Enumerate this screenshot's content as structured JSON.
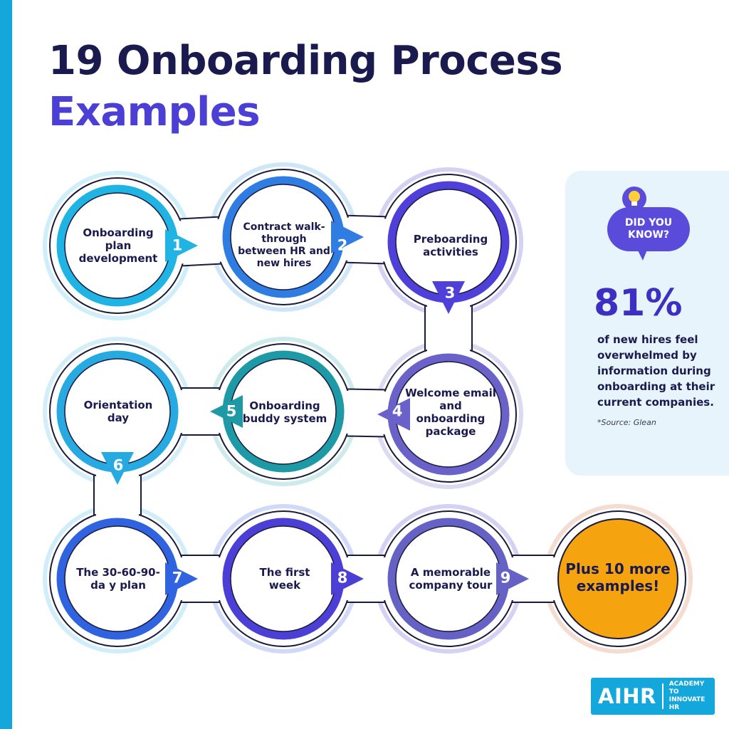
{
  "title": {
    "line1": "19 Onboarding Process",
    "line2": "Examples"
  },
  "steps": [
    {
      "number": "1",
      "label": "Onboarding plan development"
    },
    {
      "number": "2",
      "label": "Contract walk-through between HR and new hires"
    },
    {
      "number": "3",
      "label": "Preboarding activities"
    },
    {
      "number": "4",
      "label": "Welcome email and onboarding package"
    },
    {
      "number": "5",
      "label": "Onboarding buddy system"
    },
    {
      "number": "6",
      "label": "Orientation day"
    },
    {
      "number": "7",
      "label": "The 30-60-90-da y plan"
    },
    {
      "number": "8",
      "label": "The first week"
    },
    {
      "number": "9",
      "label": "A memorable company tour"
    }
  ],
  "plus": "Plus 10 more examples!",
  "did_you_know": {
    "badge_line1": "DID YOU",
    "badge_line2": "KNOW?",
    "stat": "81%",
    "text": "of new hires feel overwhelmed by information during onboarding at their current companies.",
    "source": "*Source: Glean",
    "icon": "lightbulb-icon"
  },
  "logo": {
    "main": "AIHR",
    "sub_line1": "ACADEMY TO",
    "sub_line2": "INNOVATE HR"
  },
  "colors": {
    "title_dark": "#1a1a4e",
    "title_accent": "#4b3fd6",
    "left_bar": "#14a7dc",
    "panel_bg": "#e8f4fb",
    "plus_circle": "#f5a40f",
    "step_ring_1": "#1fb4e4",
    "step_ring_2": "#2f7de3",
    "step_ring_3": "#4e40d8",
    "step_ring_4": "#6a62c9",
    "step_ring_5": "#1d9aa6",
    "step_ring_6": "#27a9e1",
    "step_ring_7": "#2f63e0",
    "step_ring_8": "#4b3fd6",
    "step_ring_9": "#6661c4"
  }
}
